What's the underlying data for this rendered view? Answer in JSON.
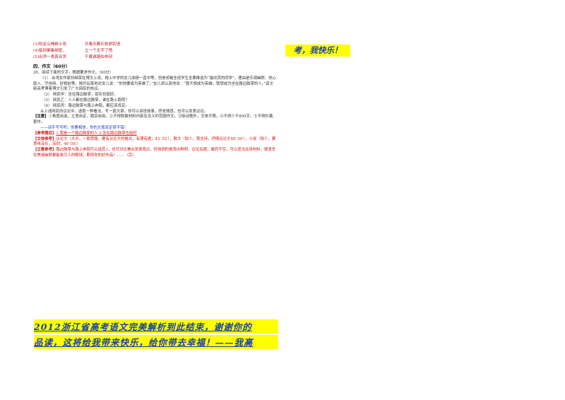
{
  "poem_lines": [
    {
      "left": "(3)咬定山情耕士苑",
      "right": "共看天籁石枕卵钧语"
    },
    {
      "left": "(4)临别聚集细密，",
      "right": "立一个无字了悟"
    },
    {
      "left": "(5)出师一表真名世",
      "right": "千载谁堪伯仲间"
    }
  ],
  "right_banner": "考，我快乐！",
  "section_heading": "四．作文（60分）",
  "q26_title": "26．阅读下面的文字，根据要求作文。（60分）",
  "q26_para1": "（1） 台湾女作家刘继荣在博文上说，她上中学的女儿成绩一直中等，但是却被全班学生全票推选为“最欣赏的同学”，理由是乐观幽默、热心助人、守信用、好相处等。她开玩笑地对女儿说：“你快要成为英雄了。”女儿却认真地说：“我不想成为英雄，我想成为坐在路边鼓掌的人。”该文新高考博客博文引发了广大网民的热议。",
  "options": [
    "（2） 网民甲：坐在路边鼓掌，甚实也挺好。",
    "（3） 网民乙：人人都在路边鼓掌，谁在路上跑呢？",
    "（4） 网民丙：路边鼓掌与路上奔跑，都应该肯定。"
  ],
  "instruction": "从上述网民的议论中，选取一种看法，写一篇文章。你可以讲述故事，抒发情感，也可以发表议论。",
  "notice_label": "【注意】",
  "notice_text": "①角度自选，立意自定，题目自拟。②不得脱离材料内容及含义的范围作文。③除诗歌外，文体不限。④不得少于800字。⑤不得抄袭、套作。",
  "encourage": "——动手写写吧，你要相信，你的文笔肯定很不错！",
  "ref_title_label": "【参考题目】",
  "ref_title_text": "1.我是一个路边鼓掌的人 2.坐在路边鼓掌也挺好",
  "ref_style_label": "【文体参考】",
  "ref_style_text": "议论文（大众，一般思路，要有议论文的格式，有理有据；42′-52′），散文（较少，我支持，抒情议论文48′-59′），小说（较少，要意味深长，深刻；46′-58′）",
  "ref_idea_label": "【立意参考】",
  "ref_idea_text": "路边鼓掌与路上奔跑可以选其1，也可对比兼合发表观点，但强调的是观点鲜明，议论有据，寓而不空，可以适当运用材料，使语言优美或幽默都能吸引人的眼球，期待你的好作品！……（完）",
  "bottom_banner_line1": "2012浙江省高考语文完美解析到此结束，谢谢你的",
  "bottom_banner_line2": "品读，这将给我带来快乐，给你带去幸福！——我高"
}
